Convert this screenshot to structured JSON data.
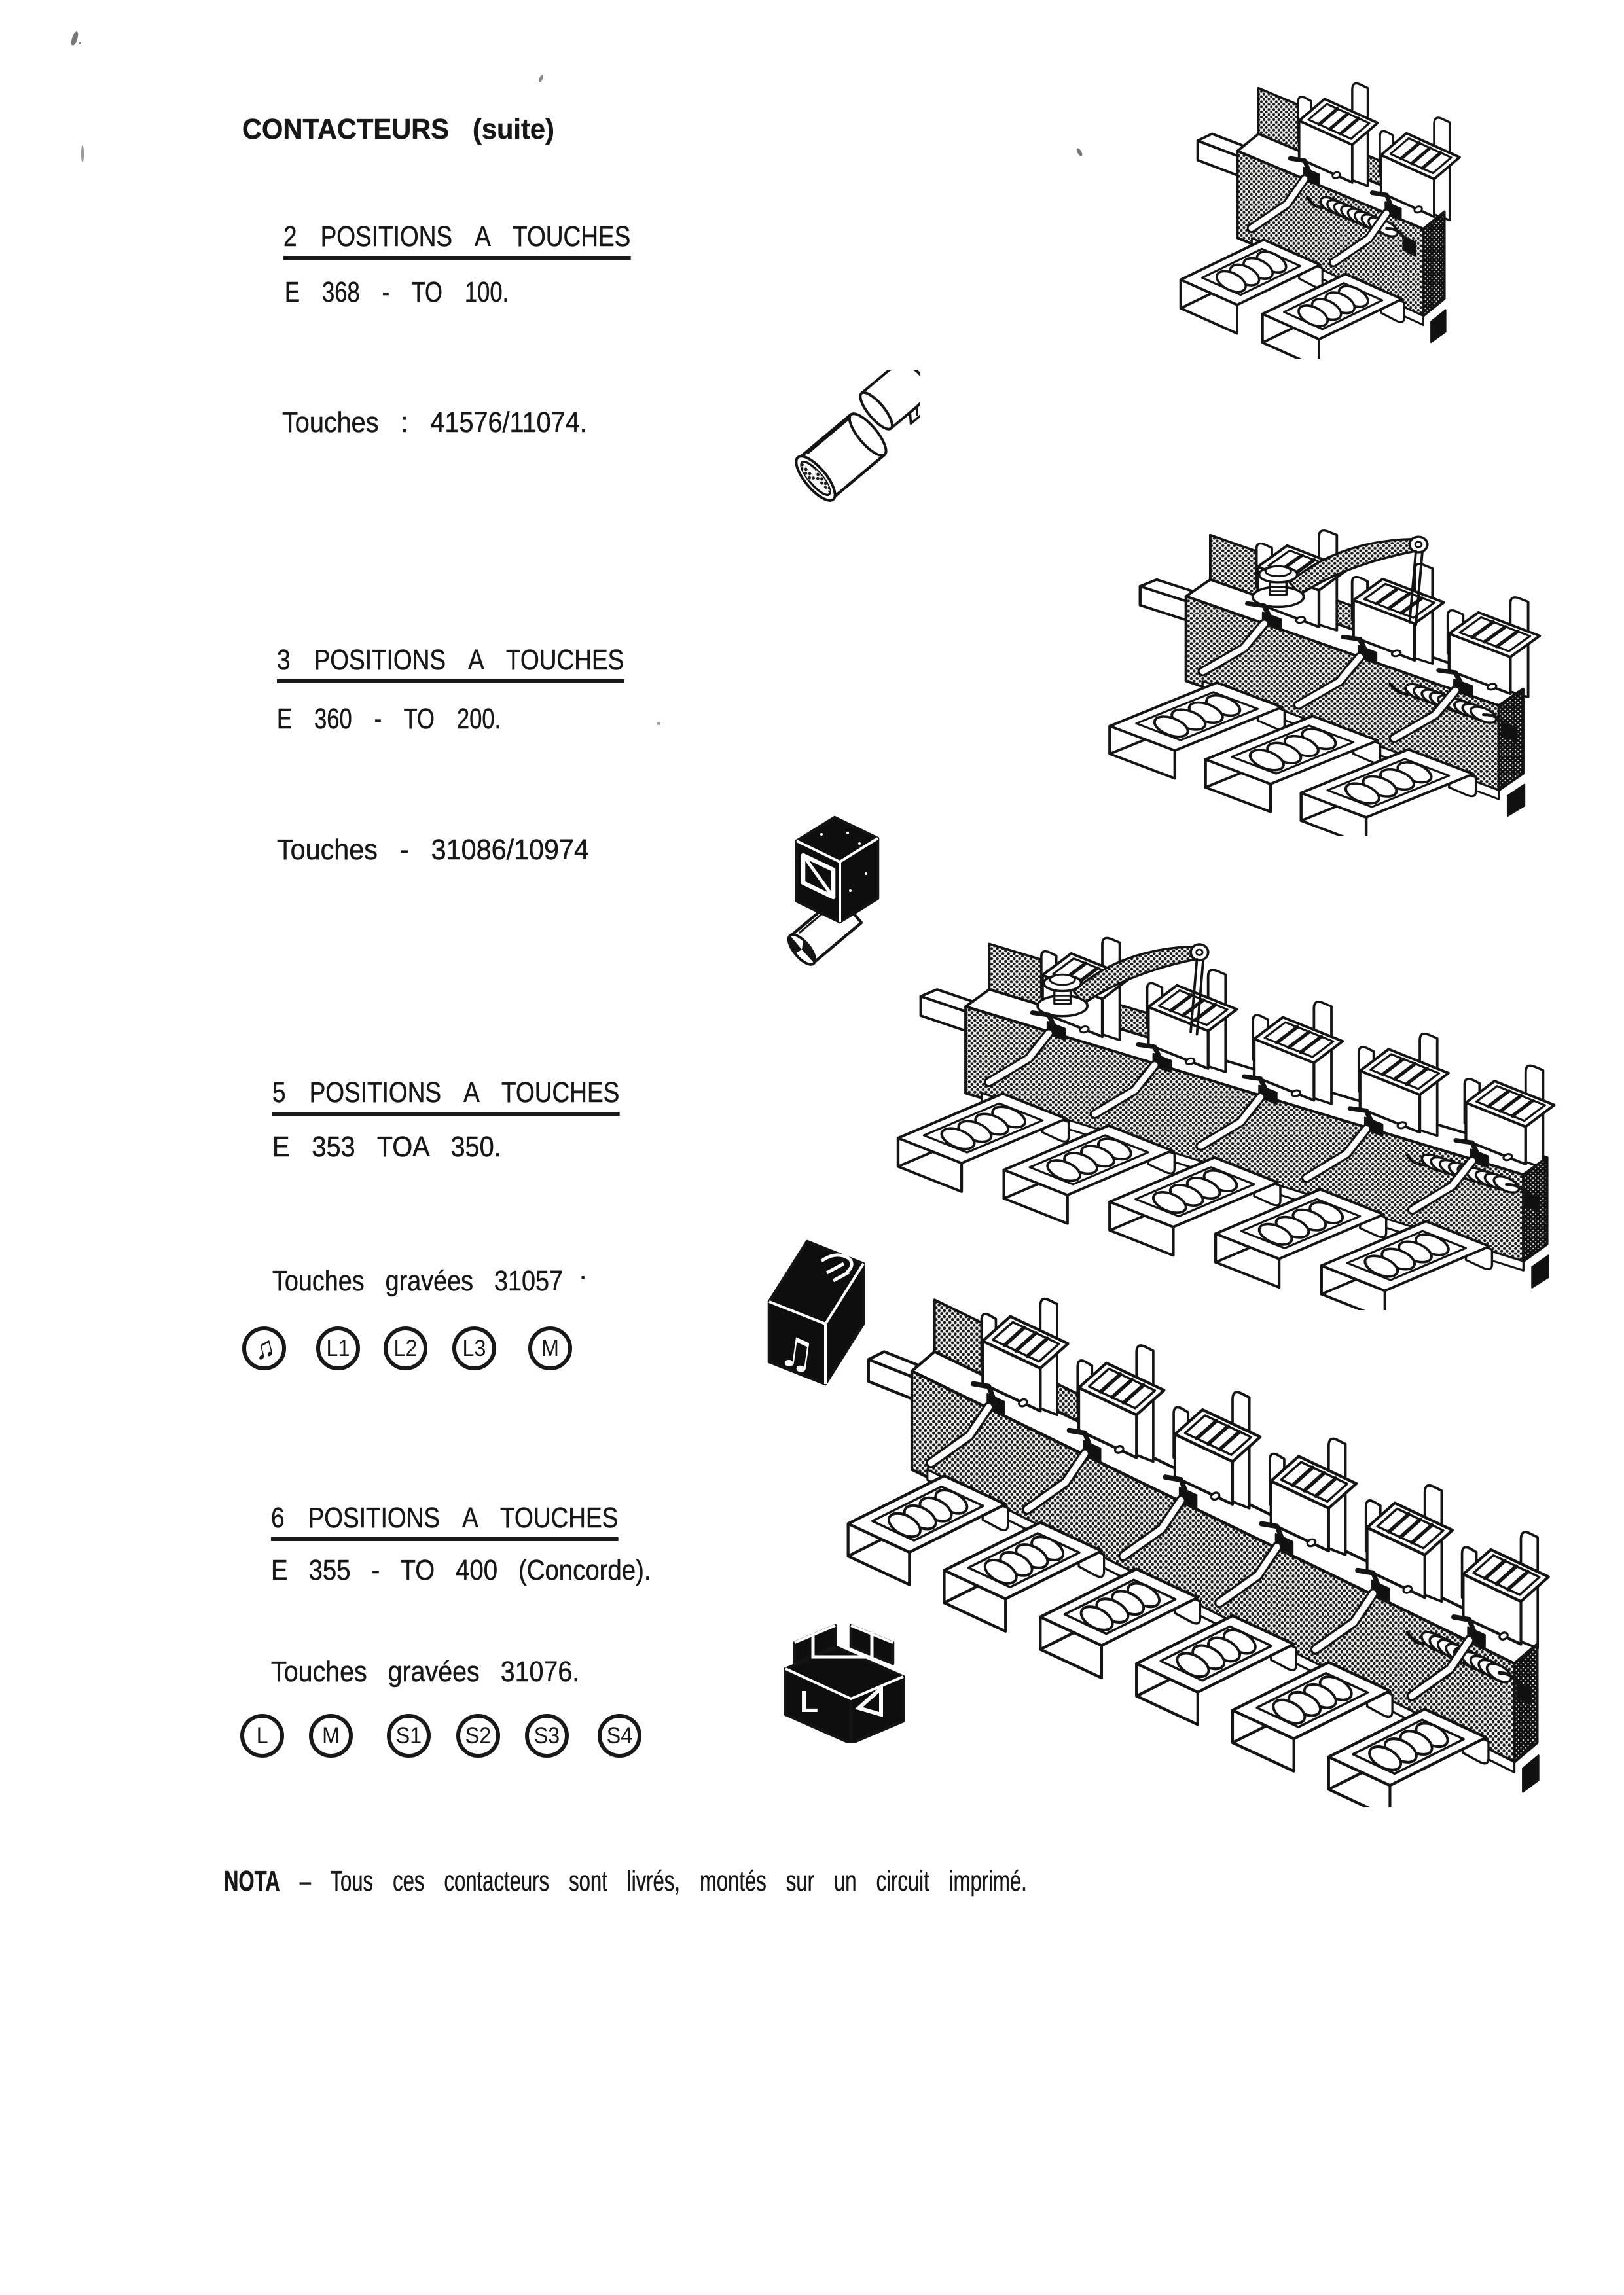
{
  "page": {
    "title": "CONTACTEURS (suite)",
    "nota_label": "NOTA",
    "nota_text": " – Tous ces contacteurs sont livrés, montés sur un circuit imprimé."
  },
  "sections": [
    {
      "heading": "2 POSITIONS A TOUCHES",
      "model": "E 368 - TO 100.",
      "touches": "Touches : 41576/11074.",
      "figure": "switch-bank-2-positions"
    },
    {
      "heading": "3 POSITIONS A TOUCHES",
      "model": "E 360 - TO 200.",
      "touches": "Touches - 31086/10974",
      "figure": "switch-bank-3-positions"
    },
    {
      "heading": "5 POSITIONS A TOUCHES",
      "model": "E 353 TOA 350.",
      "touches": "Touches gravées 31057",
      "stray_dot": "·",
      "key_symbols": [
        "♫",
        "L1",
        "L2",
        "L3",
        "M"
      ],
      "figure": "switch-bank-5-positions"
    },
    {
      "heading": "6 POSITIONS A TOUCHES",
      "model": "E 355 - TO 400 (Concorde).",
      "touches": "Touches gravées 31076.",
      "key_symbols": [
        "L",
        "M",
        "S1",
        "S2",
        "S3",
        "S4"
      ],
      "figure": "switch-bank-6-positions"
    }
  ],
  "figures": {
    "bank2": {
      "units": 2
    },
    "bank3": {
      "units": 3
    },
    "bank5": {
      "units": 5
    },
    "bank6": {
      "units": 6
    },
    "cap_round": {
      "name": "round-key-caps"
    },
    "cap_square": {
      "name": "square-key-cap"
    },
    "cap_note": {
      "name": "music-note-key-cap",
      "glyph": "♫"
    },
    "cap_L": {
      "name": "L-key-cap",
      "glyph": "L"
    }
  }
}
